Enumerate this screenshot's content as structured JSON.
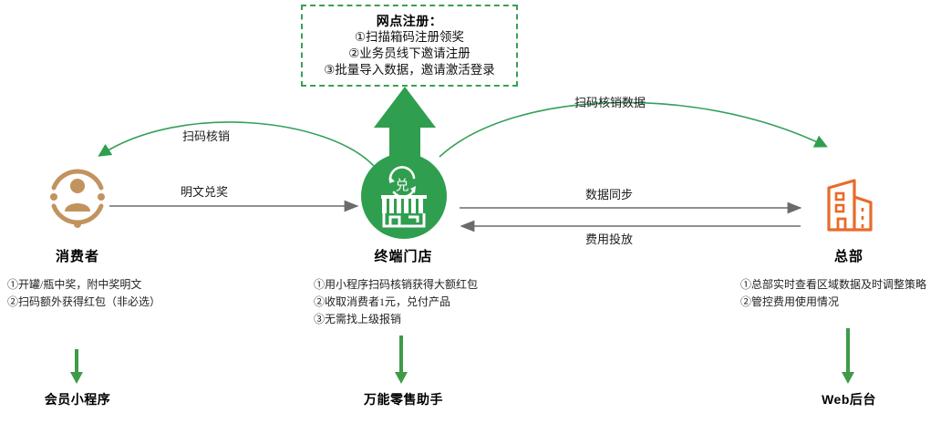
{
  "diagram": {
    "title_hidden": "",
    "colors": {
      "green": "#2f9e4f",
      "green_line": "#34a05a",
      "tan": "#c2935f",
      "orange": "#ea6a2a",
      "gray_arrow": "#6b6b6b",
      "text": "#1a1a1a"
    },
    "callout": {
      "title": "网点注册：",
      "lines": [
        "①扫描箱码注册领奖",
        "②业务员线下邀请注册",
        "③批量导入数据，邀请激活登录"
      ]
    },
    "nodes": [
      {
        "id": "consumer",
        "icon": "consumer-person-icon",
        "title": "消费者",
        "bullets": [
          "①开罐/瓶中奖，附中奖明文",
          "②扫码额外获得红包（非必选）"
        ],
        "bottom_label": "会员小程序"
      },
      {
        "id": "store",
        "icon": "store-redeem-icon",
        "title": "终端门店",
        "bullets": [
          "①用小程序扫码核销获得大额红包",
          "②收取消费者1元，兑付产品",
          "③无需找上级报销"
        ],
        "bottom_label": "万能零售助手"
      },
      {
        "id": "headquarters",
        "icon": "office-building-icon",
        "title": "总部",
        "bullets": [
          "①总部实时查看区域数据及时调整策略",
          "②管控费用使用情况"
        ],
        "bottom_label": "Web后台"
      }
    ],
    "edges": [
      {
        "id": "scan-redeem",
        "label": "扫码核销",
        "style": "green-curve",
        "from": "store",
        "to": "consumer"
      },
      {
        "id": "plaintext-redeem",
        "label": "明文兑奖",
        "style": "gray-straight",
        "from": "consumer",
        "to": "store"
      },
      {
        "id": "scan-redeem-data",
        "label": "扫码核销数据",
        "style": "green-curve",
        "from": "store",
        "to": "headquarters"
      },
      {
        "id": "data-sync",
        "label": "数据同步",
        "style": "gray-straight",
        "from": "store",
        "to": "headquarters"
      },
      {
        "id": "fee-allocation",
        "label": "费用投放",
        "style": "gray-straight",
        "from": "headquarters",
        "to": "store"
      },
      {
        "id": "register-uplink",
        "label": "",
        "style": "green-block-arrow",
        "from": "store",
        "to": "callout"
      }
    ]
  }
}
